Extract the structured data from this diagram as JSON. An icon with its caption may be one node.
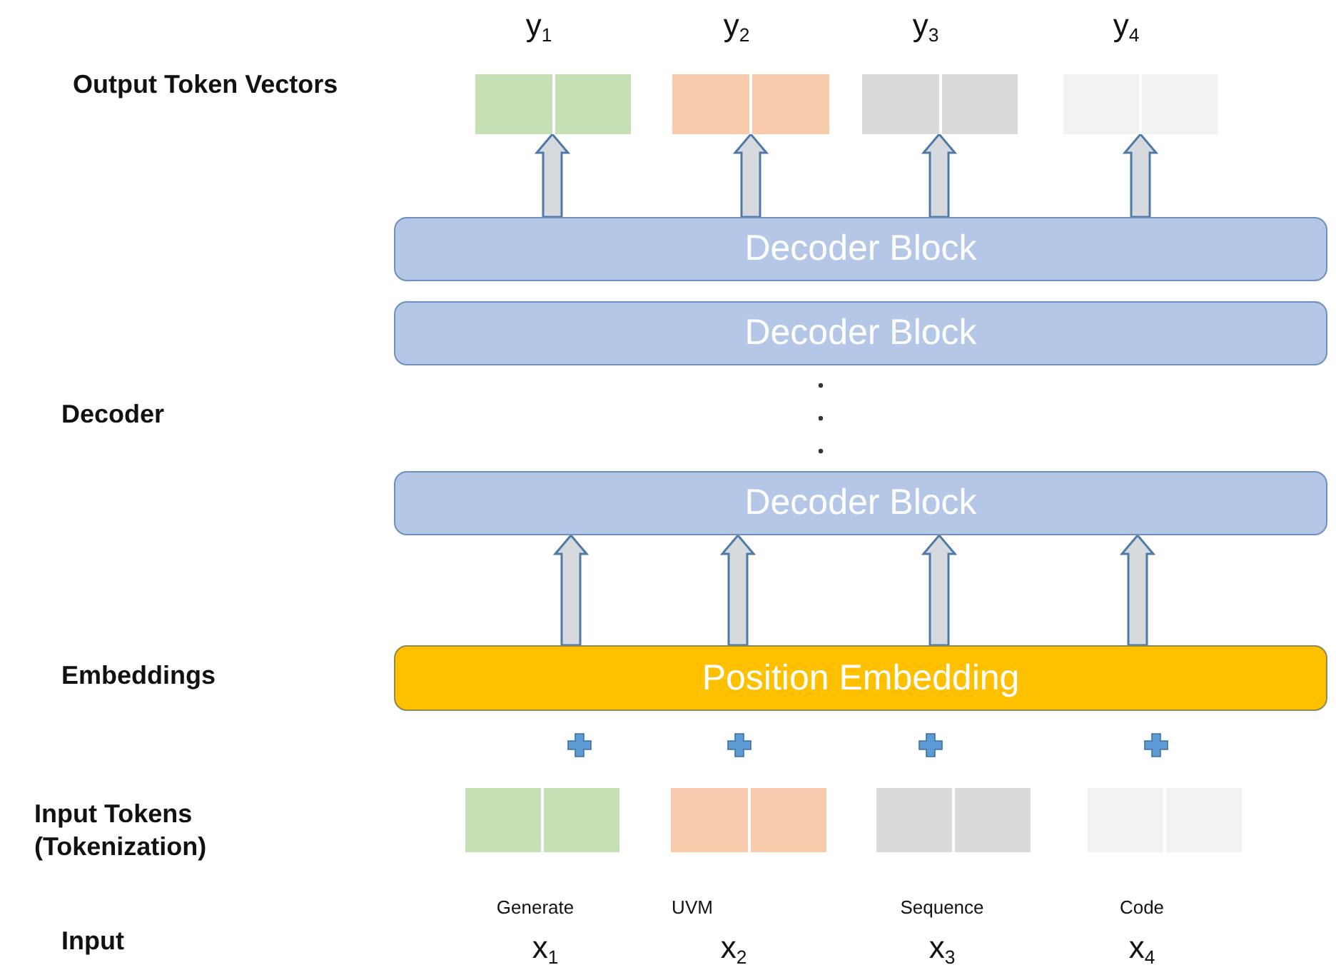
{
  "diagram": {
    "nodes": [
      {
        "text": [],
        "shape": "bar",
        "beside": [
          "y$_{1}$"
        ]
      },
      {
        "text": [],
        "shape": "bar",
        "beside": [
          "y$_{2}$"
        ]
      },
      {
        "text": [],
        "shape": "bar",
        "beside": [
          "y$_{3}$"
        ]
      },
      {
        "text": [],
        "shape": "bar",
        "beside": [
          "y$_{4}$"
        ]
      },
      {
        "text": [
          "Decoder Block"
        ]
      },
      {
        "text": [
          "Decoder Block"
        ]
      },
      {
        "text": [
          "Decoder Block"
        ]
      },
      {
        "text": [
          "Position Embedding"
        ]
      },
      {
        "text": [],
        "shape": "bar"
      },
      {
        "text": [],
        "shape": "bar"
      },
      {
        "text": [],
        "shape": "bar"
      },
      {
        "text": [],
        "shape": "bar"
      }
    ],
    "edges": [
      {
        "from": 4,
        "to": 0,
        "arrow": "to"
      },
      {
        "from": 4,
        "to": 1,
        "arrow": "to"
      },
      {
        "from": 4,
        "to": 2,
        "arrow": "to"
      },
      {
        "from": 4,
        "to": 3,
        "arrow": "to"
      },
      {
        "from": 7,
        "to": 6,
        "arrow": "to"
      },
      {
        "from": 7,
        "to": 6,
        "arrow": "to"
      },
      {
        "from": 7,
        "to": 6,
        "arrow": "to"
      },
      {
        "from": 7,
        "to": 6,
        "arrow": "to"
      }
    ],
    "labels": [
      "Output Token Vectors",
      "Decoder",
      "Embeddings",
      "Input Tokens (Tokenization)",
      "Generate",
      "UVM",
      "Sequence",
      "Code",
      "Input",
      "x$_{1}$",
      "x$_{2}$",
      "x$_{3}$",
      "x$_{4}$"
    ]
  }
}
